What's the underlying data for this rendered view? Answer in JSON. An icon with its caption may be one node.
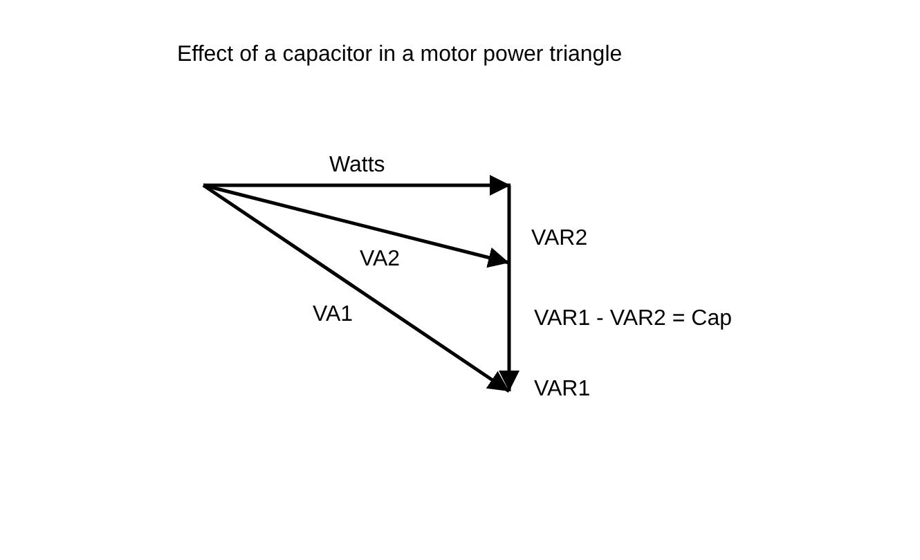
{
  "diagram": {
    "title": "Effect of a capacitor in a motor power triangle",
    "labels": [
      "Watts",
      "VAR2",
      "VA2",
      "VA1",
      "VAR1 - VAR2 = Cap",
      "VAR1"
    ]
  }
}
